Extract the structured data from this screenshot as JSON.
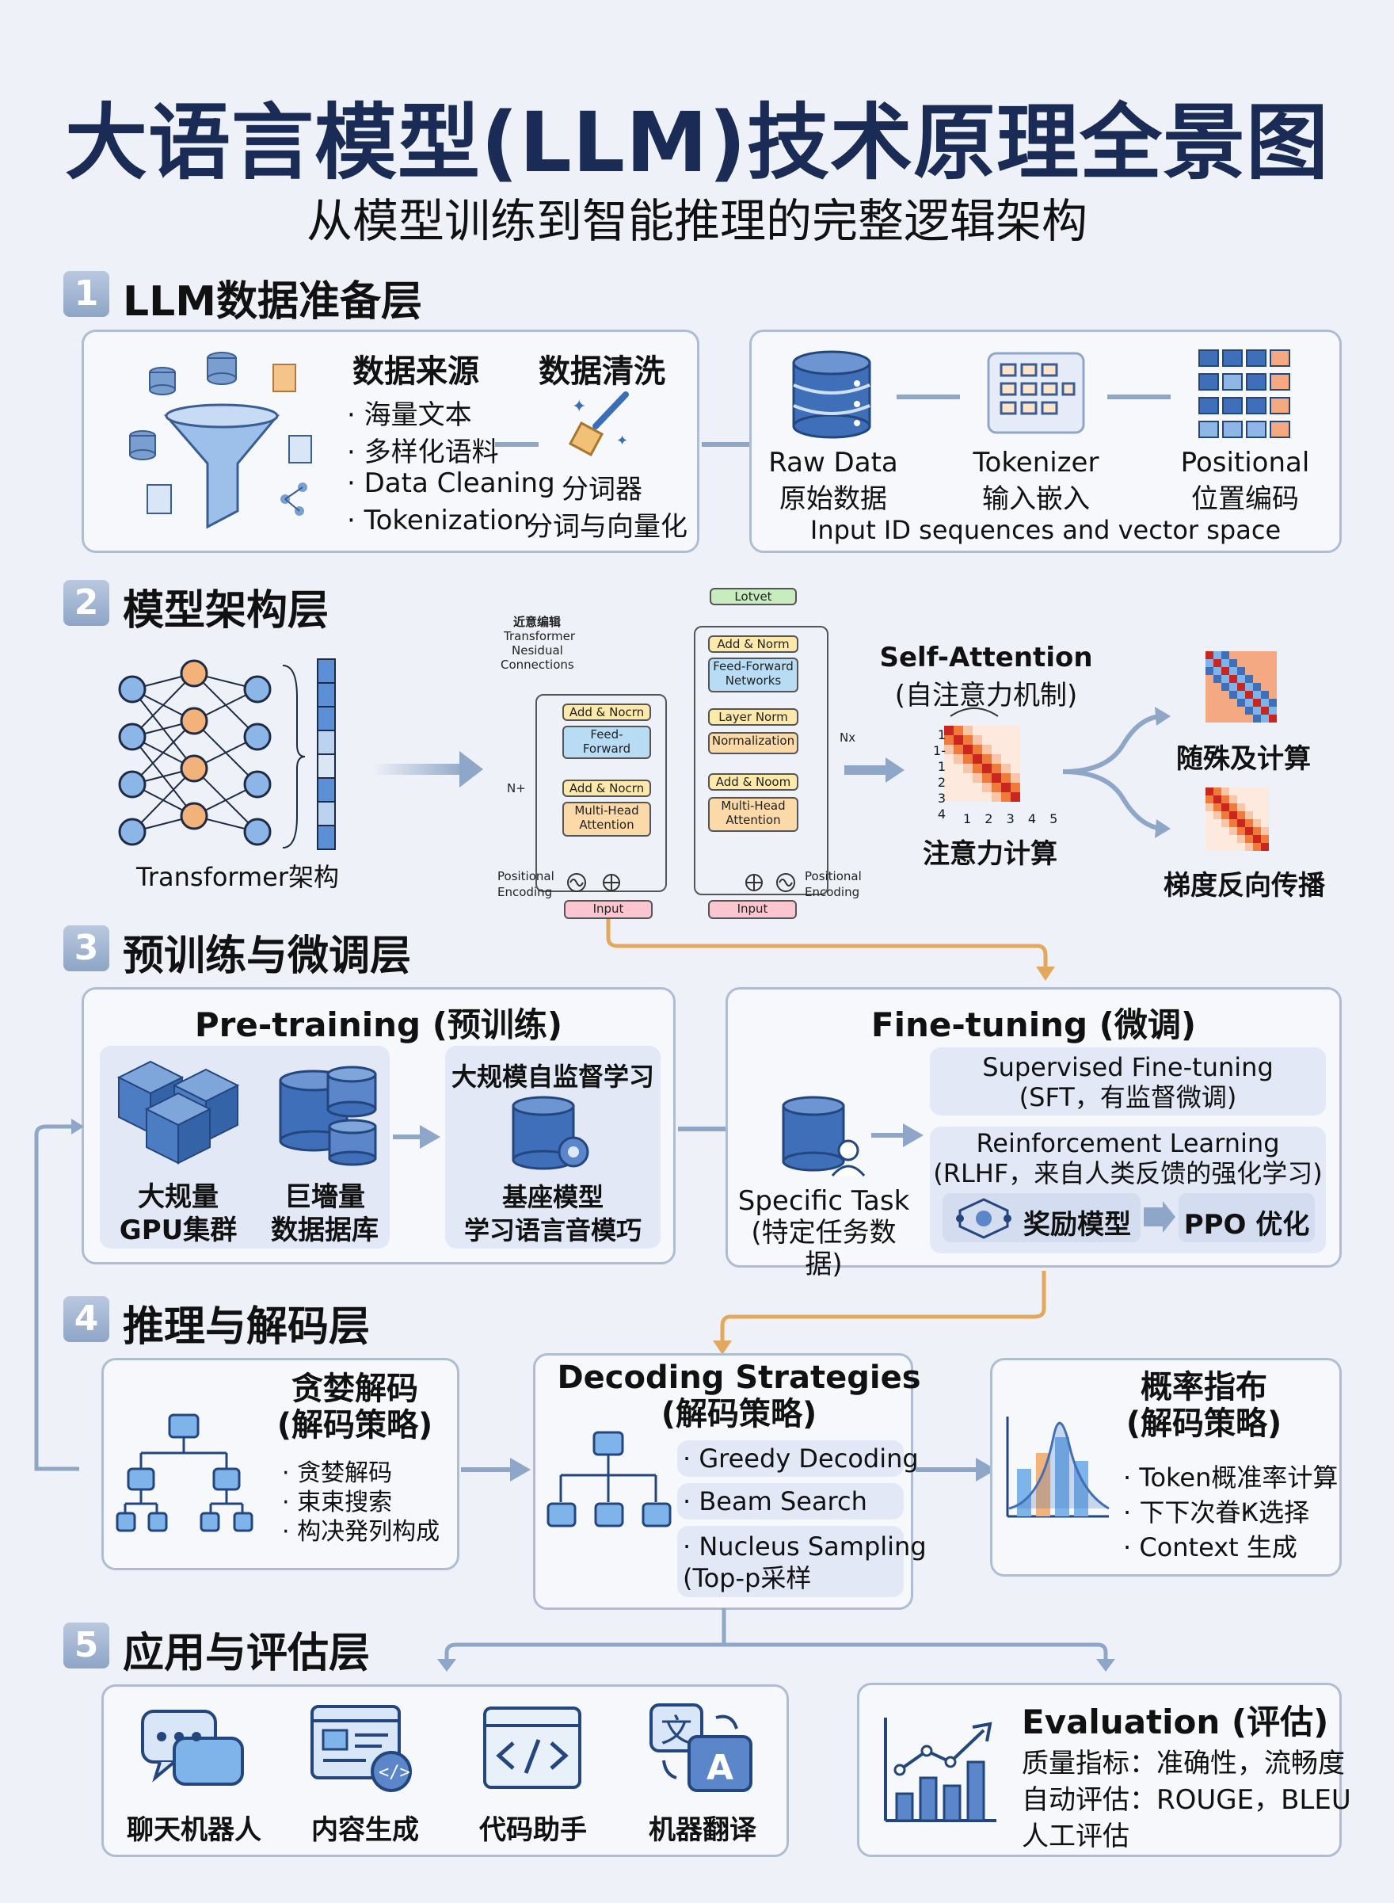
{
  "title": "大语言模型(LLM)技术原理全景图",
  "subtitle": "从模型训练到智能推理的完整逻辑架构",
  "colors": {
    "accent": "#1a2c55",
    "panel_border": "#aebcd4",
    "arrow": "#8ea6c8",
    "flow": "#e2a95e"
  },
  "sections": [
    {
      "num": "1",
      "label": "LLM数据准备层"
    },
    {
      "num": "2",
      "label": "模型架构层"
    },
    {
      "num": "3",
      "label": "预训练与微调层"
    },
    {
      "num": "4",
      "label": "推理与解码层"
    },
    {
      "num": "5",
      "label": "应用与评估层"
    }
  ],
  "s1": {
    "source_title": "数据来源",
    "source_items": [
      "海量文本",
      "多样化语料",
      "Data Cleaning",
      "Tokenization"
    ],
    "clean_title": "数据清洗",
    "tokenizer_label": "分词器",
    "tokenizer_sub": "分词与向量化",
    "pipeline": [
      {
        "en": "Raw Data",
        "zh": "原始数据"
      },
      {
        "en": "Tokenizer",
        "zh": "输入嵌入"
      },
      {
        "en": "Positional",
        "zh": "位置编码"
      }
    ],
    "pipeline_caption": "Input ID sequences and vector space",
    "icons": [
      "database-icon",
      "funnel-icon",
      "document-icon",
      "broom-icon",
      "grid-icon"
    ]
  },
  "s2": {
    "transformer_label": "Transformer架构",
    "diagram": {
      "top": "Lotvet",
      "note_title": "近意编辑",
      "note_lines": [
        "Transformer",
        "Nesidual",
        "Connections"
      ],
      "left_stack": [
        "Add & Nocrn",
        "Feed-\nForward",
        "Add & Nocrn",
        "Multi-Head\nAttention"
      ],
      "right_stack": [
        "Add & Norm",
        "Feed-Forward\nNetworks",
        "Layer Norm",
        "Normalization",
        "Add & Noom",
        "Multi-Head\nAttention"
      ],
      "n_left": "N+",
      "n_right": "Nx",
      "pos_left": "Positional\nEncoding",
      "pos_right": "Positional\nEncoding",
      "input": "Input"
    },
    "self_attn_title": "Self-Attention",
    "self_attn_sub": "(自注意力机制)",
    "attn_calc": "注意力计算",
    "matrix_ticks": [
      "1",
      "2",
      "3",
      "4",
      "5"
    ],
    "matrix_yticks": [
      "1",
      "1-1",
      "2",
      "3",
      "4"
    ],
    "right_top": "随殊及计算",
    "right_bottom": "梯度反向传播"
  },
  "s3": {
    "pre_title": "Pre-training (预训练)",
    "gpu": "大规量\nGPU集群",
    "db": "巨墻量\n数据据库",
    "ssl_title": "大规模自监督学习",
    "base_model": "基座模型\n学习语言音模巧",
    "ft_title": "Fine-tuning (微调)",
    "sft": "Supervised Fine-tuning\n(SFT，有监督微调)",
    "rlhf": "Reinforcement Learning\n(RLHF，来自人类反馈的强化学习)",
    "reward": "奖励模型",
    "ppo": "PPO 优化",
    "task": "Specific Task\n(特定任务数据)"
  },
  "s4": {
    "greedy_title": "贪婪解码\n(解码策略)",
    "greedy_items": [
      "贪婪解码",
      "束束搜索",
      "构决発列构成"
    ],
    "decoding_title": "Decoding Strategies\n(解码策略)",
    "decoding_items": [
      "Greedy Decoding",
      "Beam Search",
      "Nucleus Sampling\n(Top-p采样"
    ],
    "prob_title": "概率指布\n(解码策略)",
    "prob_items": [
      "Token概准率计算",
      "下下次眷Ҝ选择",
      "Context 生成"
    ]
  },
  "s5": {
    "apps": [
      {
        "label": "聊天机器人",
        "icon": "chat-icon"
      },
      {
        "label": "内容生成",
        "icon": "content-icon"
      },
      {
        "label": "代码助手",
        "icon": "code-icon"
      },
      {
        "label": "机器翻译",
        "icon": "translate-icon"
      }
    ],
    "eval_title": "Evaluation (评估)",
    "eval_items": [
      "质量指标：准确性，流畅度",
      "自动评估：ROUGE，BLEU",
      "人工评估"
    ]
  }
}
